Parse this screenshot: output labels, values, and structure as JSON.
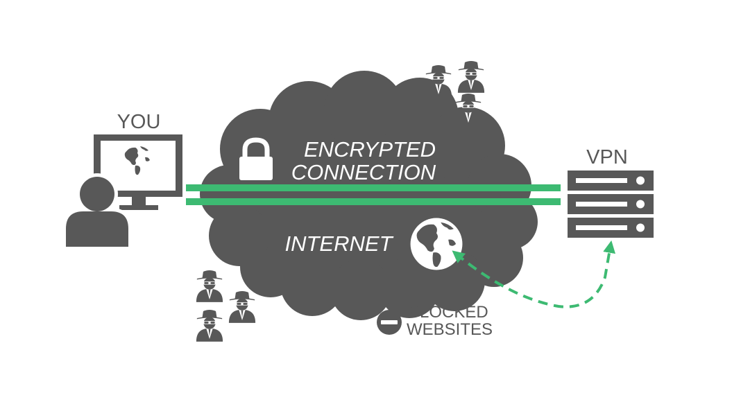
{
  "labels": {
    "you": "YOU",
    "vpn": "VPN",
    "encrypted_line1": "ENCRYPTED",
    "encrypted_line2": "CONNECTION",
    "internet": "INTERNET",
    "blocked_line1": "BLOCKED",
    "blocked_line2": "WEBSITES"
  },
  "colors": {
    "dark": "#585858",
    "green": "#3dba72",
    "white": "#ffffff"
  },
  "icons": {
    "user": "person-icon",
    "monitor": "monitor-icon",
    "globe": "globe-icon",
    "lock": "lock-icon",
    "server": "server-icon",
    "spy": "spy-icon",
    "blocked": "minus-circle-icon"
  }
}
